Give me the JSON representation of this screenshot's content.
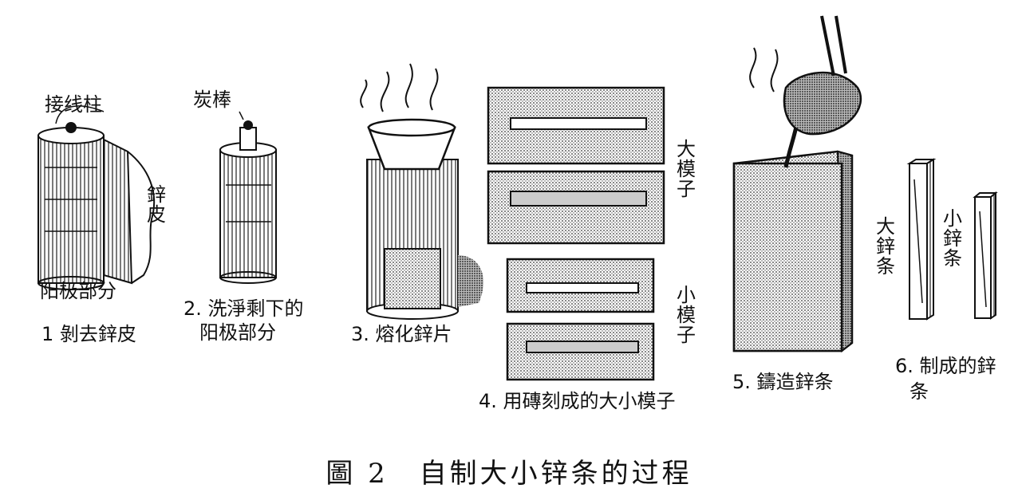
{
  "figure": {
    "caption_number": "圖 2",
    "caption_title": "自制大小锌条的过程",
    "steps": [
      {
        "label": "1 剝去鋅皮",
        "callouts": [
          "接线柱",
          "鋅皮",
          "阳极部分"
        ]
      },
      {
        "label_line1": "2. 洗淨剩下的",
        "label_line2": "阳极部分",
        "callouts": [
          "炭棒"
        ]
      },
      {
        "label": "3. 熔化鋅片"
      },
      {
        "label": "4. 用磚刻成的大小模子",
        "callouts": [
          "大模子",
          "小模子"
        ]
      },
      {
        "label": "5. 鑄造鋅条"
      },
      {
        "label_line1": "6. 制成的鋅",
        "label_line2": "条",
        "callouts": [
          "大鋅条",
          "小鋅条"
        ]
      }
    ]
  },
  "colors": {
    "ink": "#111111",
    "paper": "#ffffff",
    "stipple": "#9a9a9a"
  }
}
